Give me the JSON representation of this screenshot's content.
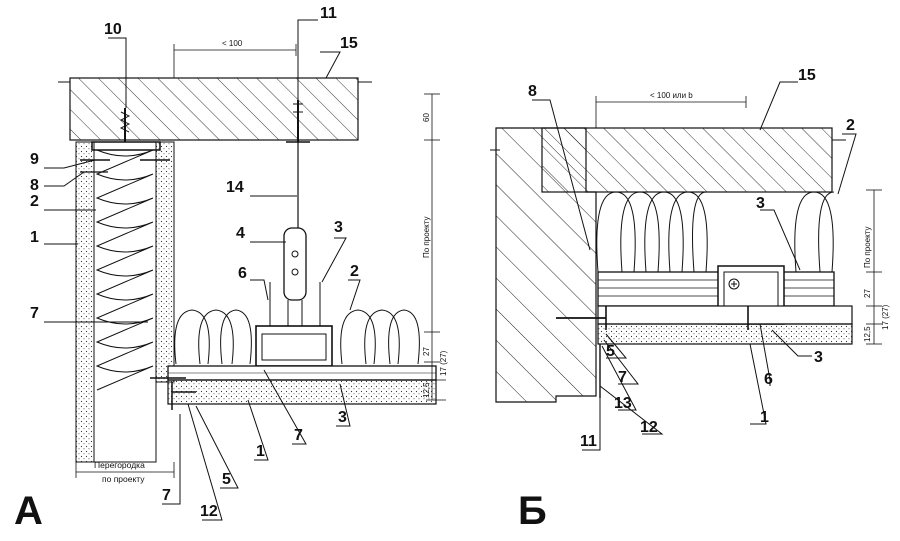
{
  "detail_a": {
    "letter": "А",
    "callouts": {
      "c10": "10",
      "c11": "11",
      "c15": "15",
      "c9": "9",
      "c8": "8",
      "c2a": "2",
      "c1": "1",
      "c14": "14",
      "c4": "4",
      "c3a": "3",
      "c6": "6",
      "c2b": "2",
      "c7a": "7",
      "c3b": "3",
      "c7b": "7",
      "c1b": "1",
      "c5": "5",
      "c7c": "7",
      "c12": "12"
    },
    "dims": {
      "top": "< 100",
      "d60": "60",
      "proekt": "По проекту",
      "d27": "27",
      "d17": "17 (27)",
      "d125": "12,5"
    },
    "partition_label_1": "Перегородка",
    "partition_label_2": "по проекту"
  },
  "detail_b": {
    "letter": "Б",
    "callouts": {
      "c8": "8",
      "c15": "15",
      "c2": "2",
      "c3a": "3",
      "c5": "5",
      "c3b": "3",
      "c7": "7",
      "c6": "6",
      "c13": "13",
      "c1": "1",
      "c12": "12",
      "c11": "11"
    },
    "dims": {
      "top": "< 100 или b",
      "proekt": "По проекту",
      "d27": "27",
      "d17": "17 (27)",
      "d125": "12,5"
    }
  }
}
